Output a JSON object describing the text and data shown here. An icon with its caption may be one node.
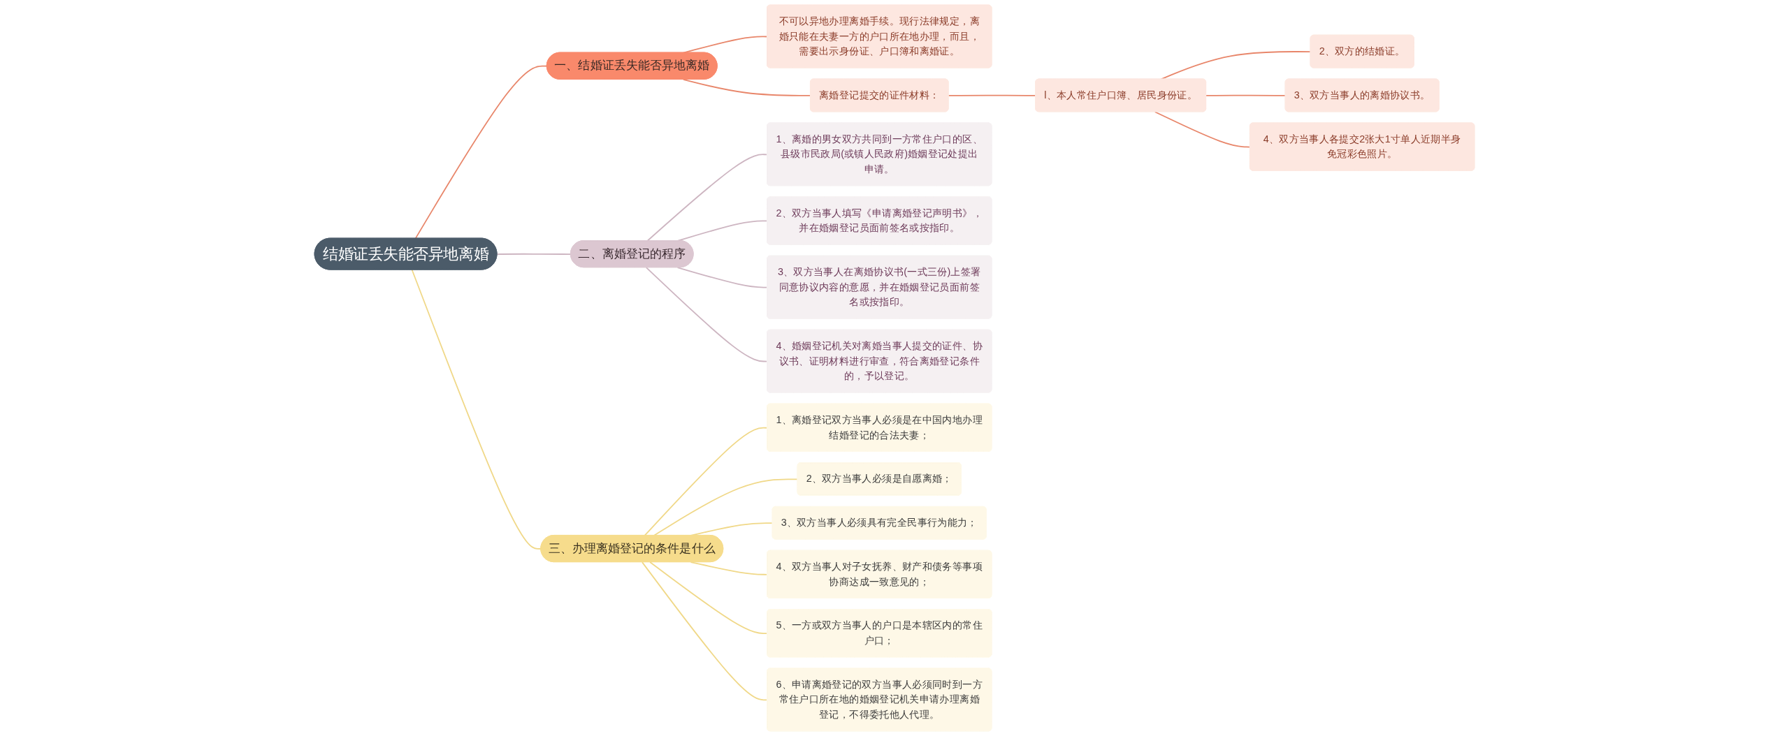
{
  "diagram": {
    "nodes": [
      {
        "text": [
          "结婚证丢失能否异地离婚"
        ]
      },
      {
        "text": [
          "一、结婚证丢失能否异地离婚"
        ]
      },
      {
        "text": [
          "不可以异地办理离婚手续。现行法律规定，离婚只能在夫妻一方的户口所在地办理，而且，需要出示身份证、户口簿和离婚证。"
        ]
      },
      {
        "text": [
          "离婚登记提交的证件材料："
        ]
      },
      {
        "text": [
          "l、本人常住户口簿、居民身份证。"
        ]
      },
      {
        "text": [
          "2、双方的结婚证。"
        ]
      },
      {
        "text": [
          "3、双方当事人的离婚协议书。"
        ]
      },
      {
        "text": [
          "4、双方当事人各提交2张大1寸单人近期半身免冠彩色照片。"
        ]
      },
      {
        "text": [
          "二、离婚登记的程序"
        ]
      },
      {
        "text": [
          "1、离婚的男女双方共同到一方常住户口的区、县级市民政局(或镇人民政府)婚姻登记处提出申请。"
        ]
      },
      {
        "text": [
          "2、双方当事人填写《申请离婚登记声明书》，并在婚姻登记员面前签名或按指印。"
        ]
      },
      {
        "text": [
          "3、双方当事人在离婚协议书(一式三份)上签署同意协议内容的意愿，并在婚姻登记员面前签名或按指印。"
        ]
      },
      {
        "text": [
          "4、婚姻登记机关对离婚当事人提交的证件、协议书、证明材料进行审查，符合离婚登记条件的，予以登记。"
        ]
      },
      {
        "text": [
          "三、办理离婚登记的条件是什么"
        ]
      },
      {
        "text": [
          "1、离婚登记双方当事人必须是在中国内地办理结婚登记的合法夫妻；"
        ]
      },
      {
        "text": [
          "2、双方当事人必须是自愿离婚；"
        ]
      },
      {
        "text": [
          "3、双方当事人必须具有完全民事行为能力；"
        ]
      },
      {
        "text": [
          "4、双方当事人对子女抚养、财产和债务等事项协商达成一致意见的；"
        ]
      },
      {
        "text": [
          "5、一方或双方当事人的户口是本辖区内的常住户口；"
        ]
      },
      {
        "text": [
          "6、申请离婚登记的双方当事人必须同时到一方常住户口所在地的婚姻登记机关申请办理离婚登记，不得委托他人代理。"
        ]
      }
    ],
    "edges": [
      {
        "from": 0,
        "to": 1,
        "arrow": "none",
        "color": "#e8866a"
      },
      {
        "from": 1,
        "to": 2,
        "arrow": "none",
        "color": "#e8866a"
      },
      {
        "from": 1,
        "to": 3,
        "arrow": "none",
        "color": "#e8866a"
      },
      {
        "from": 3,
        "to": 4,
        "arrow": "none",
        "color": "#e8866a"
      },
      {
        "from": 4,
        "to": 5,
        "arrow": "none",
        "color": "#e8866a"
      },
      {
        "from": 4,
        "to": 6,
        "arrow": "none",
        "color": "#e8866a"
      },
      {
        "from": 4,
        "to": 7,
        "arrow": "none",
        "color": "#e8866a"
      },
      {
        "from": 0,
        "to": 8,
        "arrow": "none",
        "color": "#cdb5c1"
      },
      {
        "from": 8,
        "to": 9,
        "arrow": "none",
        "color": "#cdb5c1"
      },
      {
        "from": 8,
        "to": 10,
        "arrow": "none",
        "color": "#cdb5c1"
      },
      {
        "from": 8,
        "to": 11,
        "arrow": "none",
        "color": "#cdb5c1"
      },
      {
        "from": 8,
        "to": 12,
        "arrow": "none",
        "color": "#cdb5c1"
      },
      {
        "from": 0,
        "to": 13,
        "arrow": "none",
        "color": "#f0d888"
      },
      {
        "from": 13,
        "to": 14,
        "arrow": "none",
        "color": "#f0d888"
      },
      {
        "from": 13,
        "to": 15,
        "arrow": "none",
        "color": "#f0d888"
      },
      {
        "from": 13,
        "to": 16,
        "arrow": "none",
        "color": "#f0d888"
      },
      {
        "from": 13,
        "to": 17,
        "arrow": "none",
        "color": "#f0d888"
      },
      {
        "from": 13,
        "to": 18,
        "arrow": "none",
        "color": "#f0d888"
      },
      {
        "from": 13,
        "to": 19,
        "arrow": "none",
        "color": "#f0d888"
      }
    ]
  }
}
